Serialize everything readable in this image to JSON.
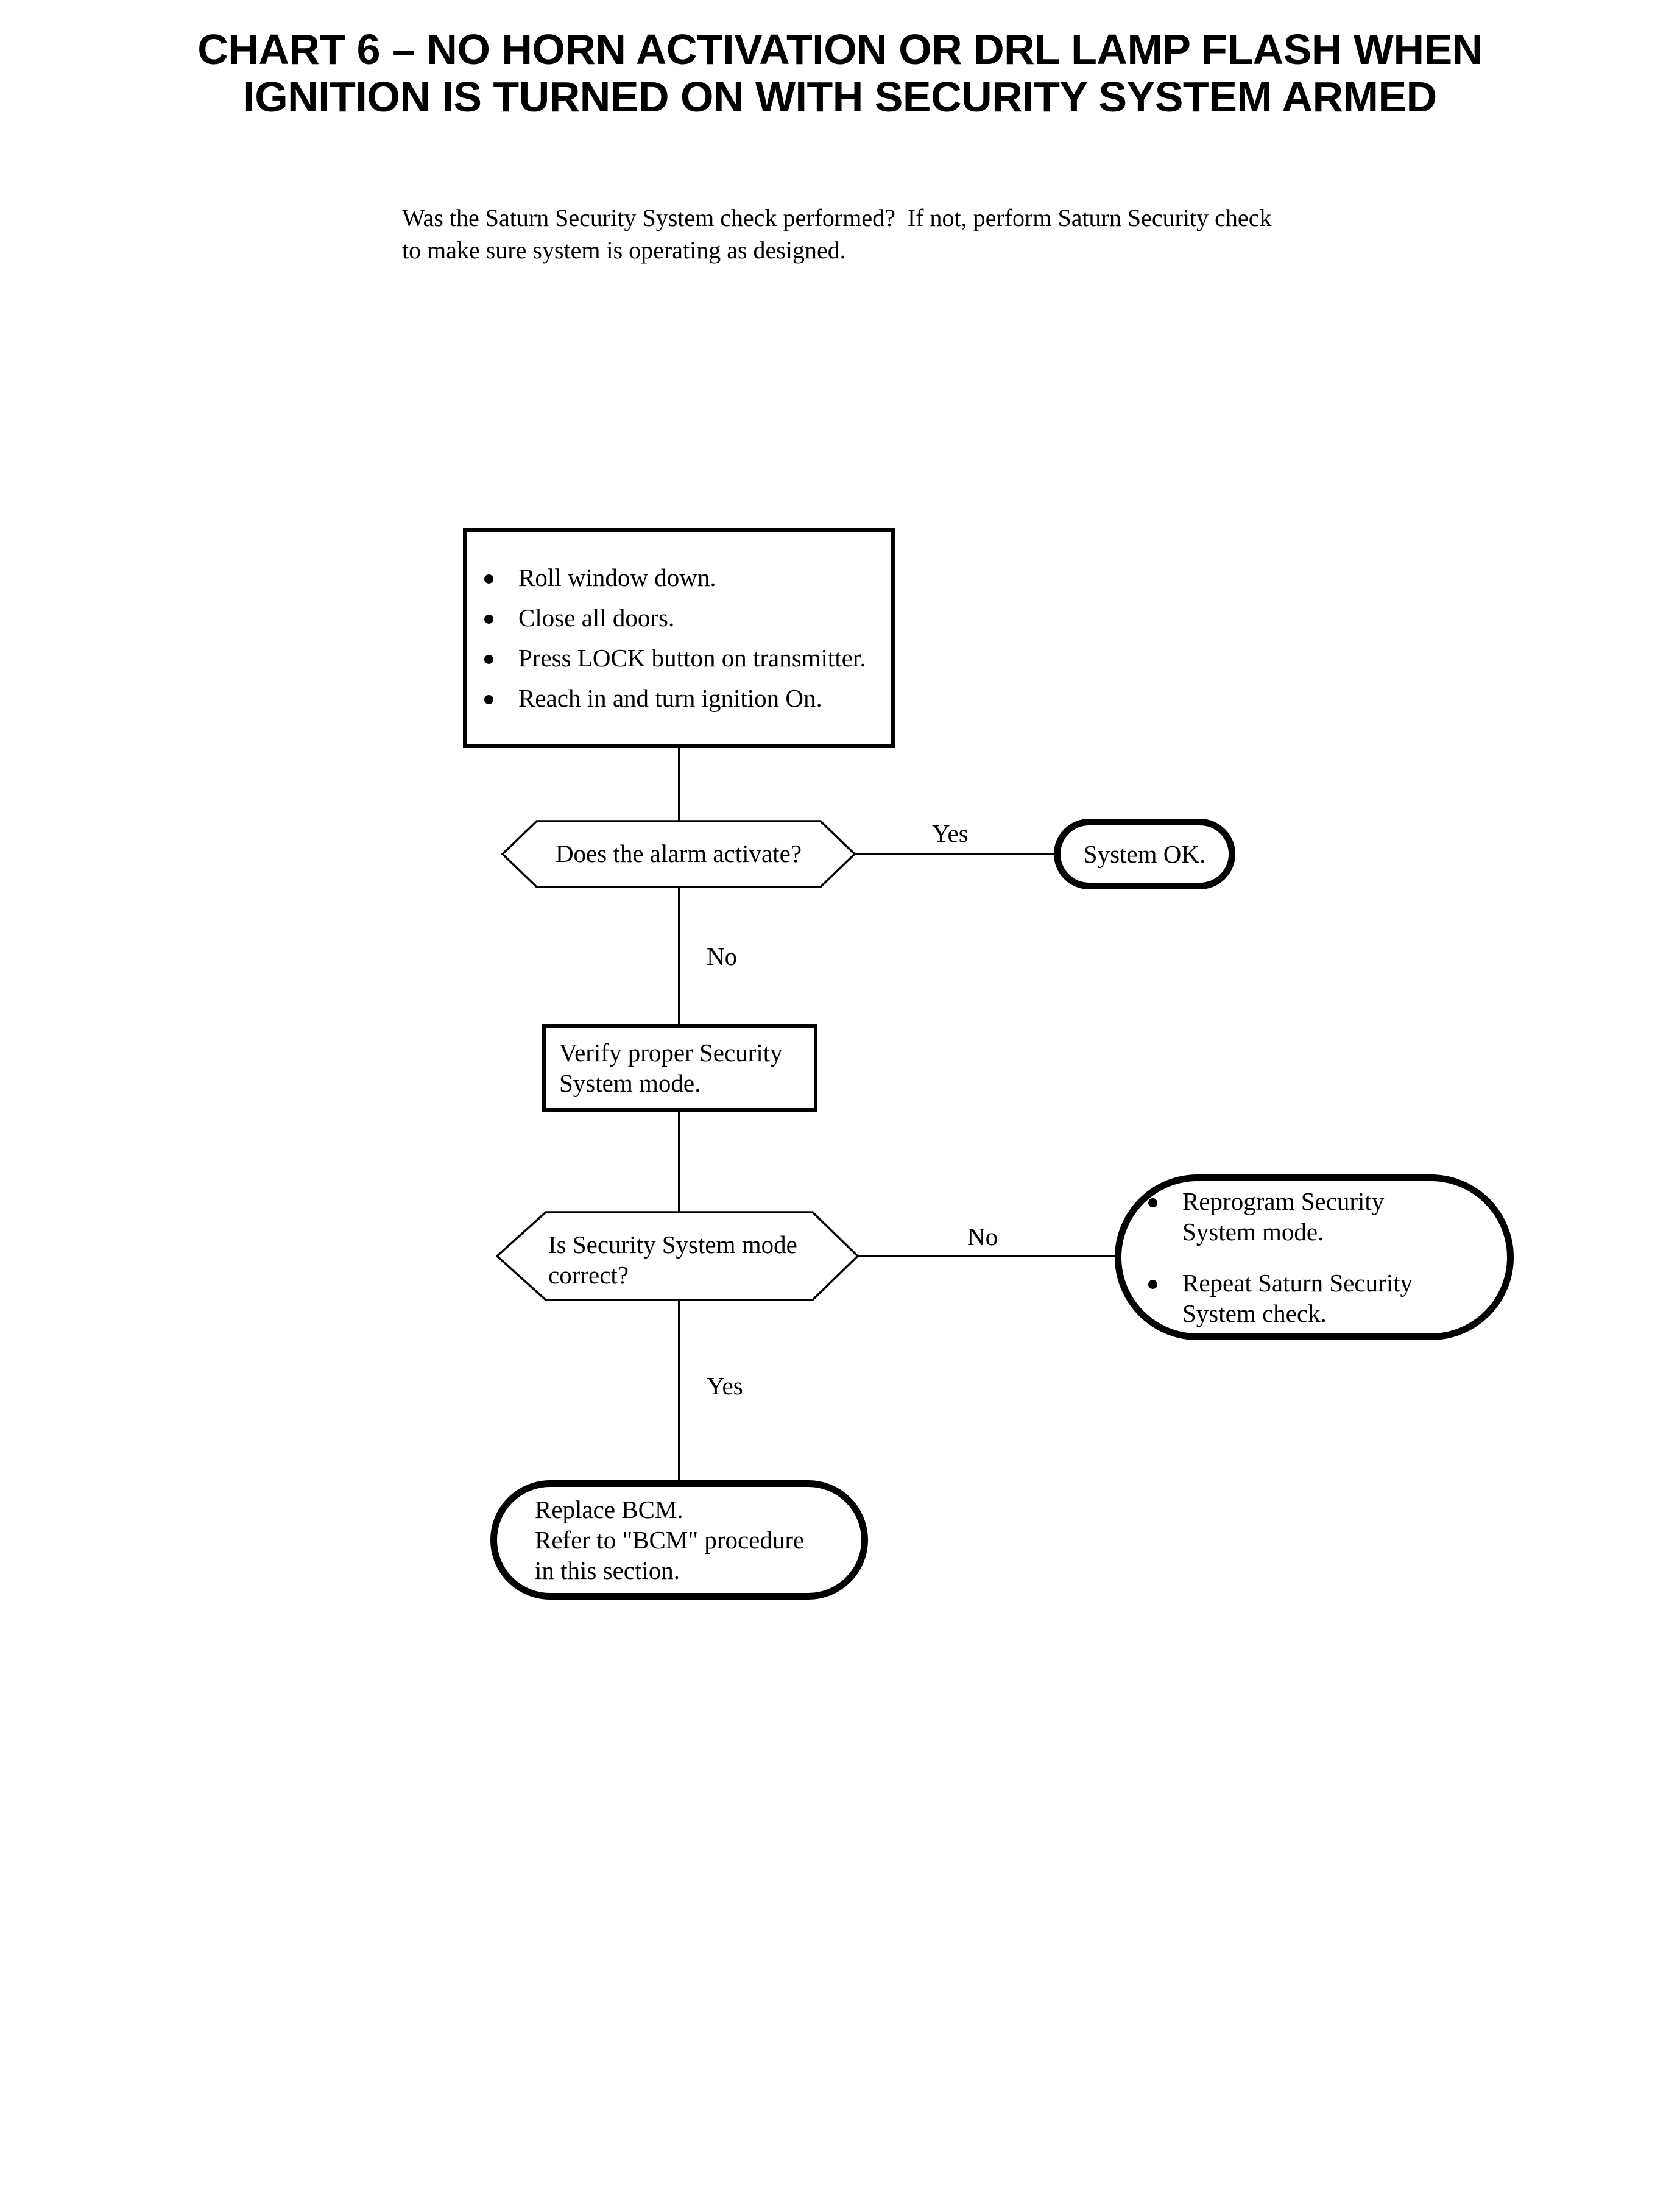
{
  "title": {
    "line1": "CHART 6 – NO HORN ACTIVATION OR DRL LAMP FLASH WHEN",
    "line2": "IGNITION IS TURNED ON WITH SECURITY SYSTEM ARMED"
  },
  "intro": {
    "line1": "Was the Saturn Security System check performed?  If not, perform Saturn Security check",
    "line2": "to make sure system is operating as designed."
  },
  "flow": {
    "start_box": {
      "shape": "rectangle",
      "bullets": [
        "Roll window down.",
        "Close all doors.",
        "Press LOCK button on transmitter.",
        "Reach in and turn ignition On."
      ]
    },
    "decision_alarm": {
      "shape": "hexagon",
      "line1": "Does the alarm activate?"
    },
    "terminal_system_ok": {
      "shape": "terminal",
      "line1": "System OK."
    },
    "process_verify_mode": {
      "shape": "rectangle",
      "line1": "Verify proper Security",
      "line2": "System mode."
    },
    "decision_mode_correct": {
      "shape": "hexagon",
      "line1": "Is Security System mode",
      "line2": "correct?"
    },
    "terminal_reprogram": {
      "shape": "terminal",
      "bullets": [
        "Reprogram Security|System mode.",
        "Repeat Saturn Security|System check."
      ],
      "bullet1_line1": "Reprogram Security",
      "bullet1_line2": "System mode.",
      "bullet2_line1": "Repeat Saturn Security",
      "bullet2_line2": "System check."
    },
    "terminal_replace_bcm": {
      "shape": "terminal",
      "line1": "Replace BCM.",
      "line2": "Refer to \"BCM\" procedure",
      "line3": "in this section."
    },
    "labels": {
      "yes_alarm": "Yes",
      "no_alarm": "No",
      "no_mode": "No",
      "yes_mode": "Yes"
    }
  },
  "colors": {
    "ink": "#000000",
    "paper": "#ffffff"
  }
}
